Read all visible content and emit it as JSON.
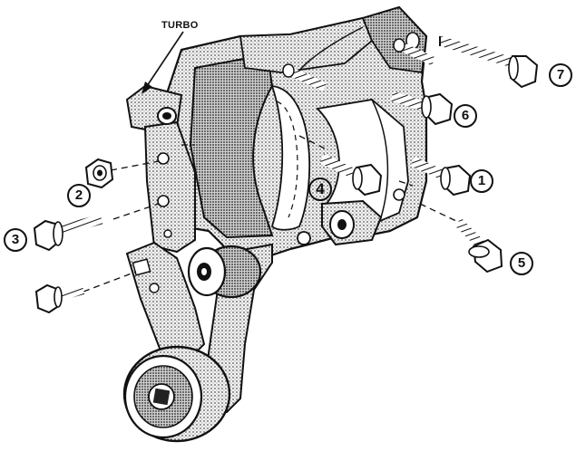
{
  "callouts": {
    "turbo": "TURBO",
    "c1": "1",
    "c2": "2",
    "c3": "3",
    "c4": "4",
    "c5": "5",
    "c6": "6",
    "c7": "7"
  }
}
